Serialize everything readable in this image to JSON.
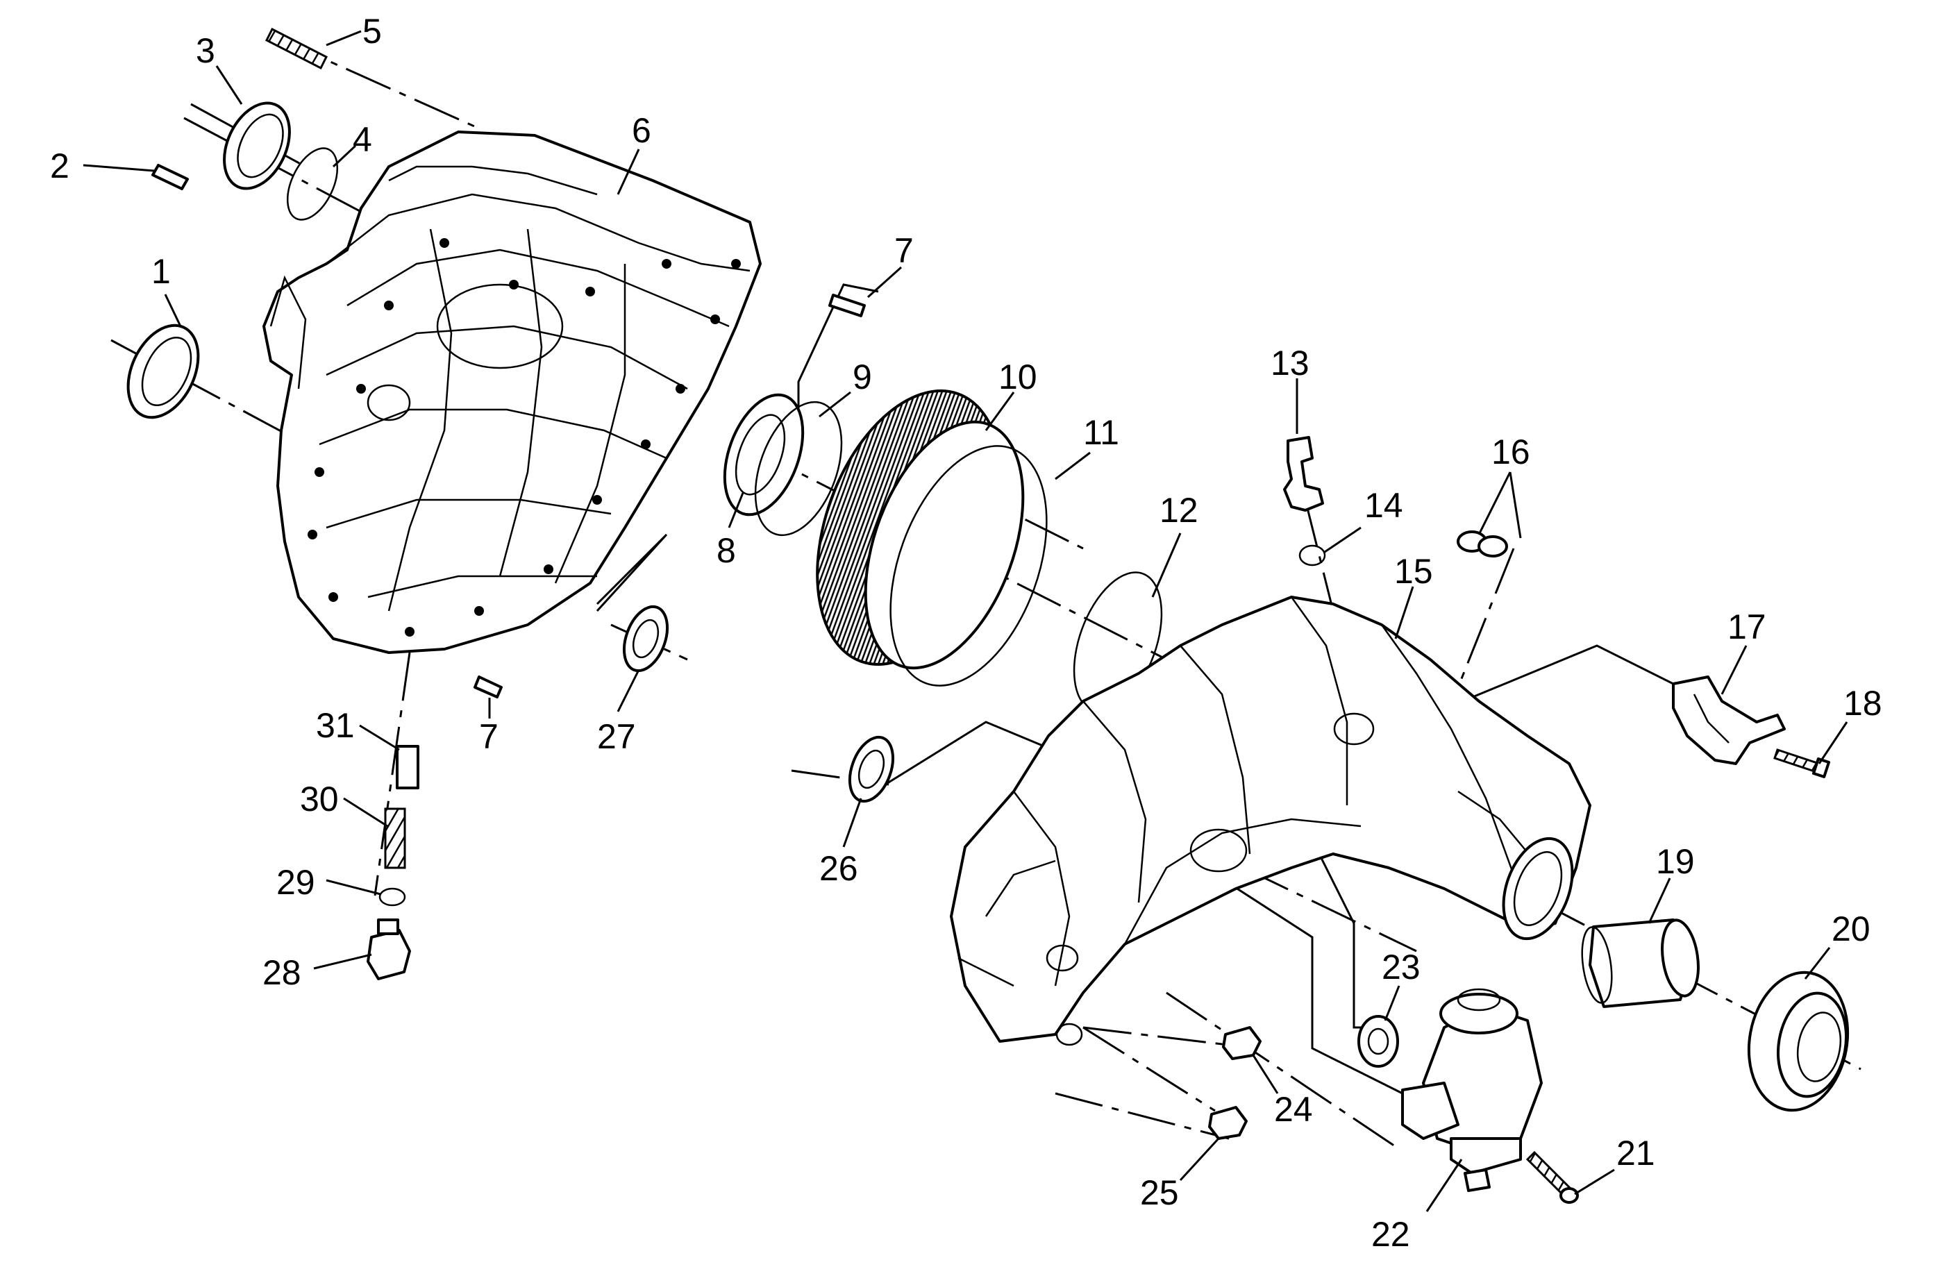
{
  "callouts": [
    "1",
    "2",
    "3",
    "4",
    "5",
    "6",
    "7",
    "7",
    "8",
    "9",
    "10",
    "11",
    "12",
    "13",
    "14",
    "15",
    "16",
    "17",
    "18",
    "19",
    "20",
    "21",
    "22",
    "23",
    "24",
    "25",
    "26",
    "27",
    "28",
    "29",
    "30",
    "31"
  ]
}
